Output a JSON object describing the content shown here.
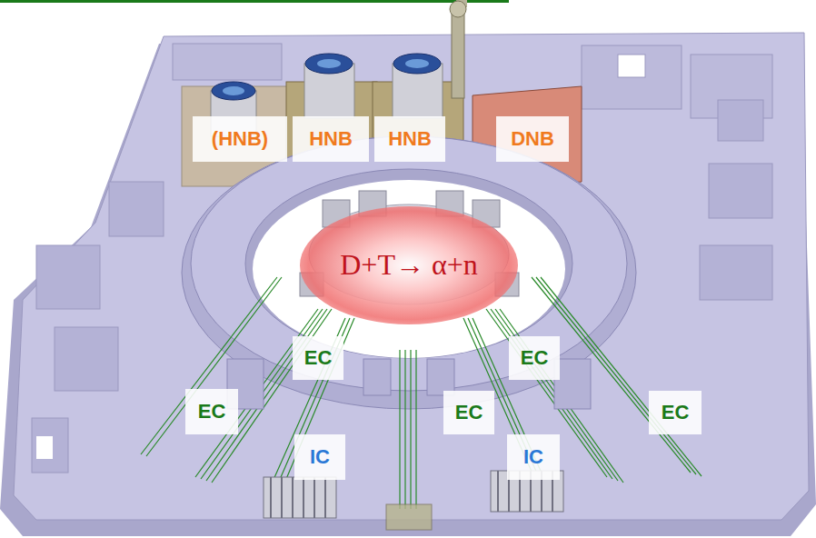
{
  "diagram": {
    "nodes": [
      {
        "text": [
          "(HNB)"
        ]
      },
      {
        "text": [
          "HNB"
        ]
      },
      {
        "text": [
          "HNB"
        ]
      },
      {
        "text": [
          "DNB"
        ]
      },
      {
        "text": [
          "D+T→ α+n"
        ]
      },
      {
        "text": [
          "EC"
        ]
      },
      {
        "text": [
          "EC"
        ]
      },
      {
        "text": [
          "EC"
        ]
      },
      {
        "text": [
          "EC"
        ]
      },
      {
        "text": [
          "EC"
        ]
      },
      {
        "text": [
          "IC"
        ]
      },
      {
        "text": [
          "IC"
        ]
      }
    ]
  }
}
